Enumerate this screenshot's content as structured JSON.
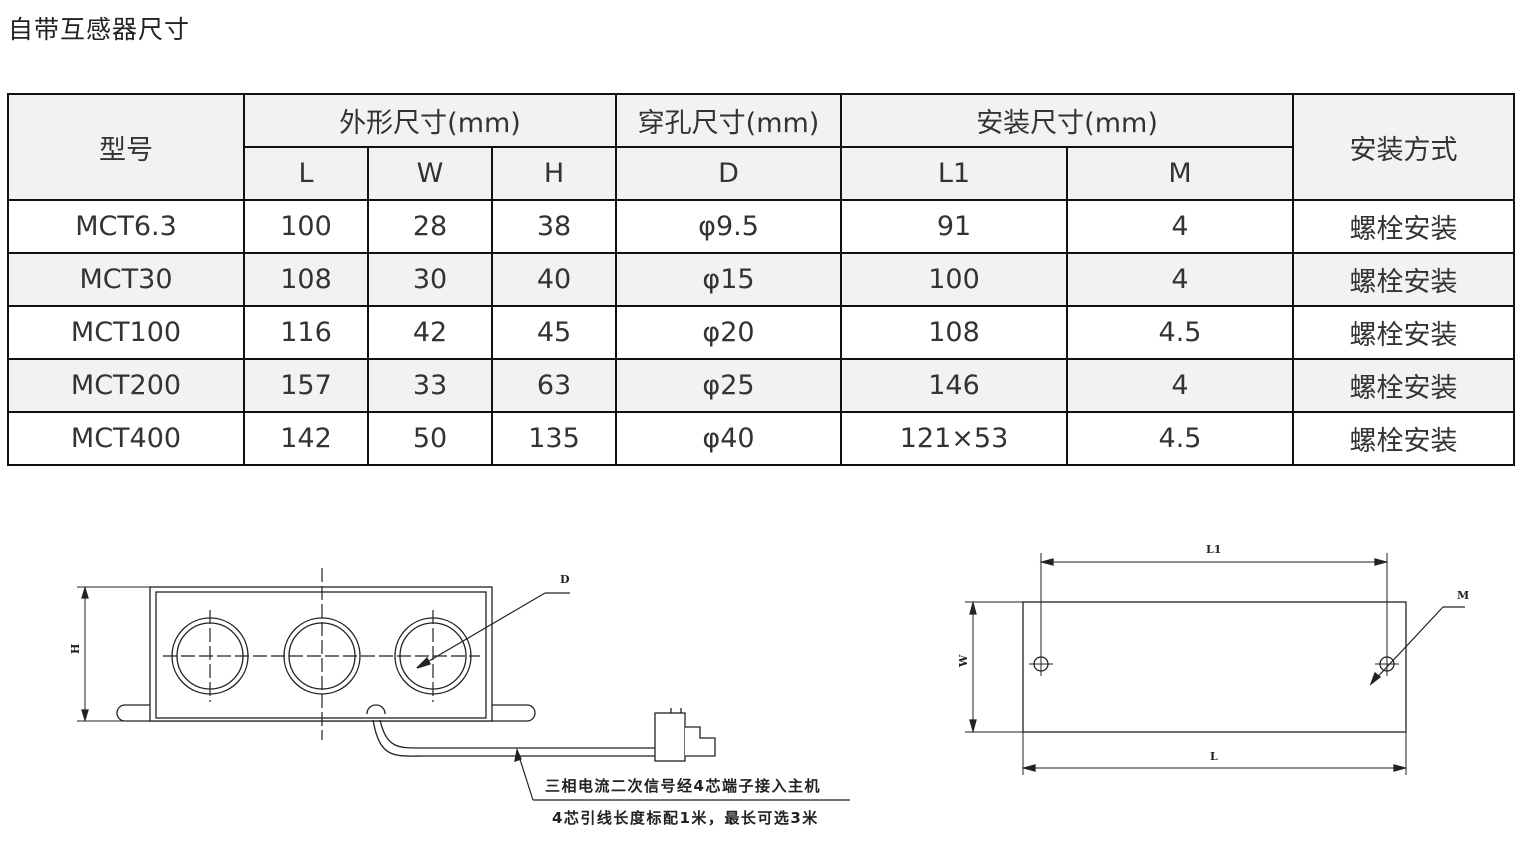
{
  "title": "自带互感器尺寸",
  "table": {
    "header": {
      "model": "型号",
      "outline": "外形尺寸(mm)",
      "hole": "穿孔尺寸(mm)",
      "install_size": "安装尺寸(mm)",
      "install_method": "安装方式",
      "sub": [
        "L",
        "W",
        "H",
        "D",
        "L1",
        "M"
      ]
    },
    "rows": [
      [
        "MCT6.3",
        "100",
        "28",
        "38",
        "φ9.5",
        "91",
        "4",
        "螺栓安装"
      ],
      [
        "MCT30",
        "108",
        "30",
        "40",
        "φ15",
        "100",
        "4",
        "螺栓安装"
      ],
      [
        "MCT100",
        "116",
        "42",
        "45",
        "φ20",
        "108",
        "4.5",
        "螺栓安装"
      ],
      [
        "MCT200",
        "157",
        "33",
        "63",
        "φ25",
        "146",
        "4",
        "螺栓安装"
      ],
      [
        "MCT400",
        "142",
        "50",
        "135",
        "φ40",
        "121×53",
        "4.5",
        "螺栓安装"
      ]
    ]
  },
  "drawing_left": {
    "label_d": "D",
    "label_h": "H",
    "note_line1": "三相电流二次信号经4芯端子接入主机",
    "note_line2": "4芯引线长度标配1米，最长可选3米"
  },
  "drawing_right": {
    "label_l1": "L1",
    "label_l": "L",
    "label_w": "W",
    "label_m": "M"
  }
}
